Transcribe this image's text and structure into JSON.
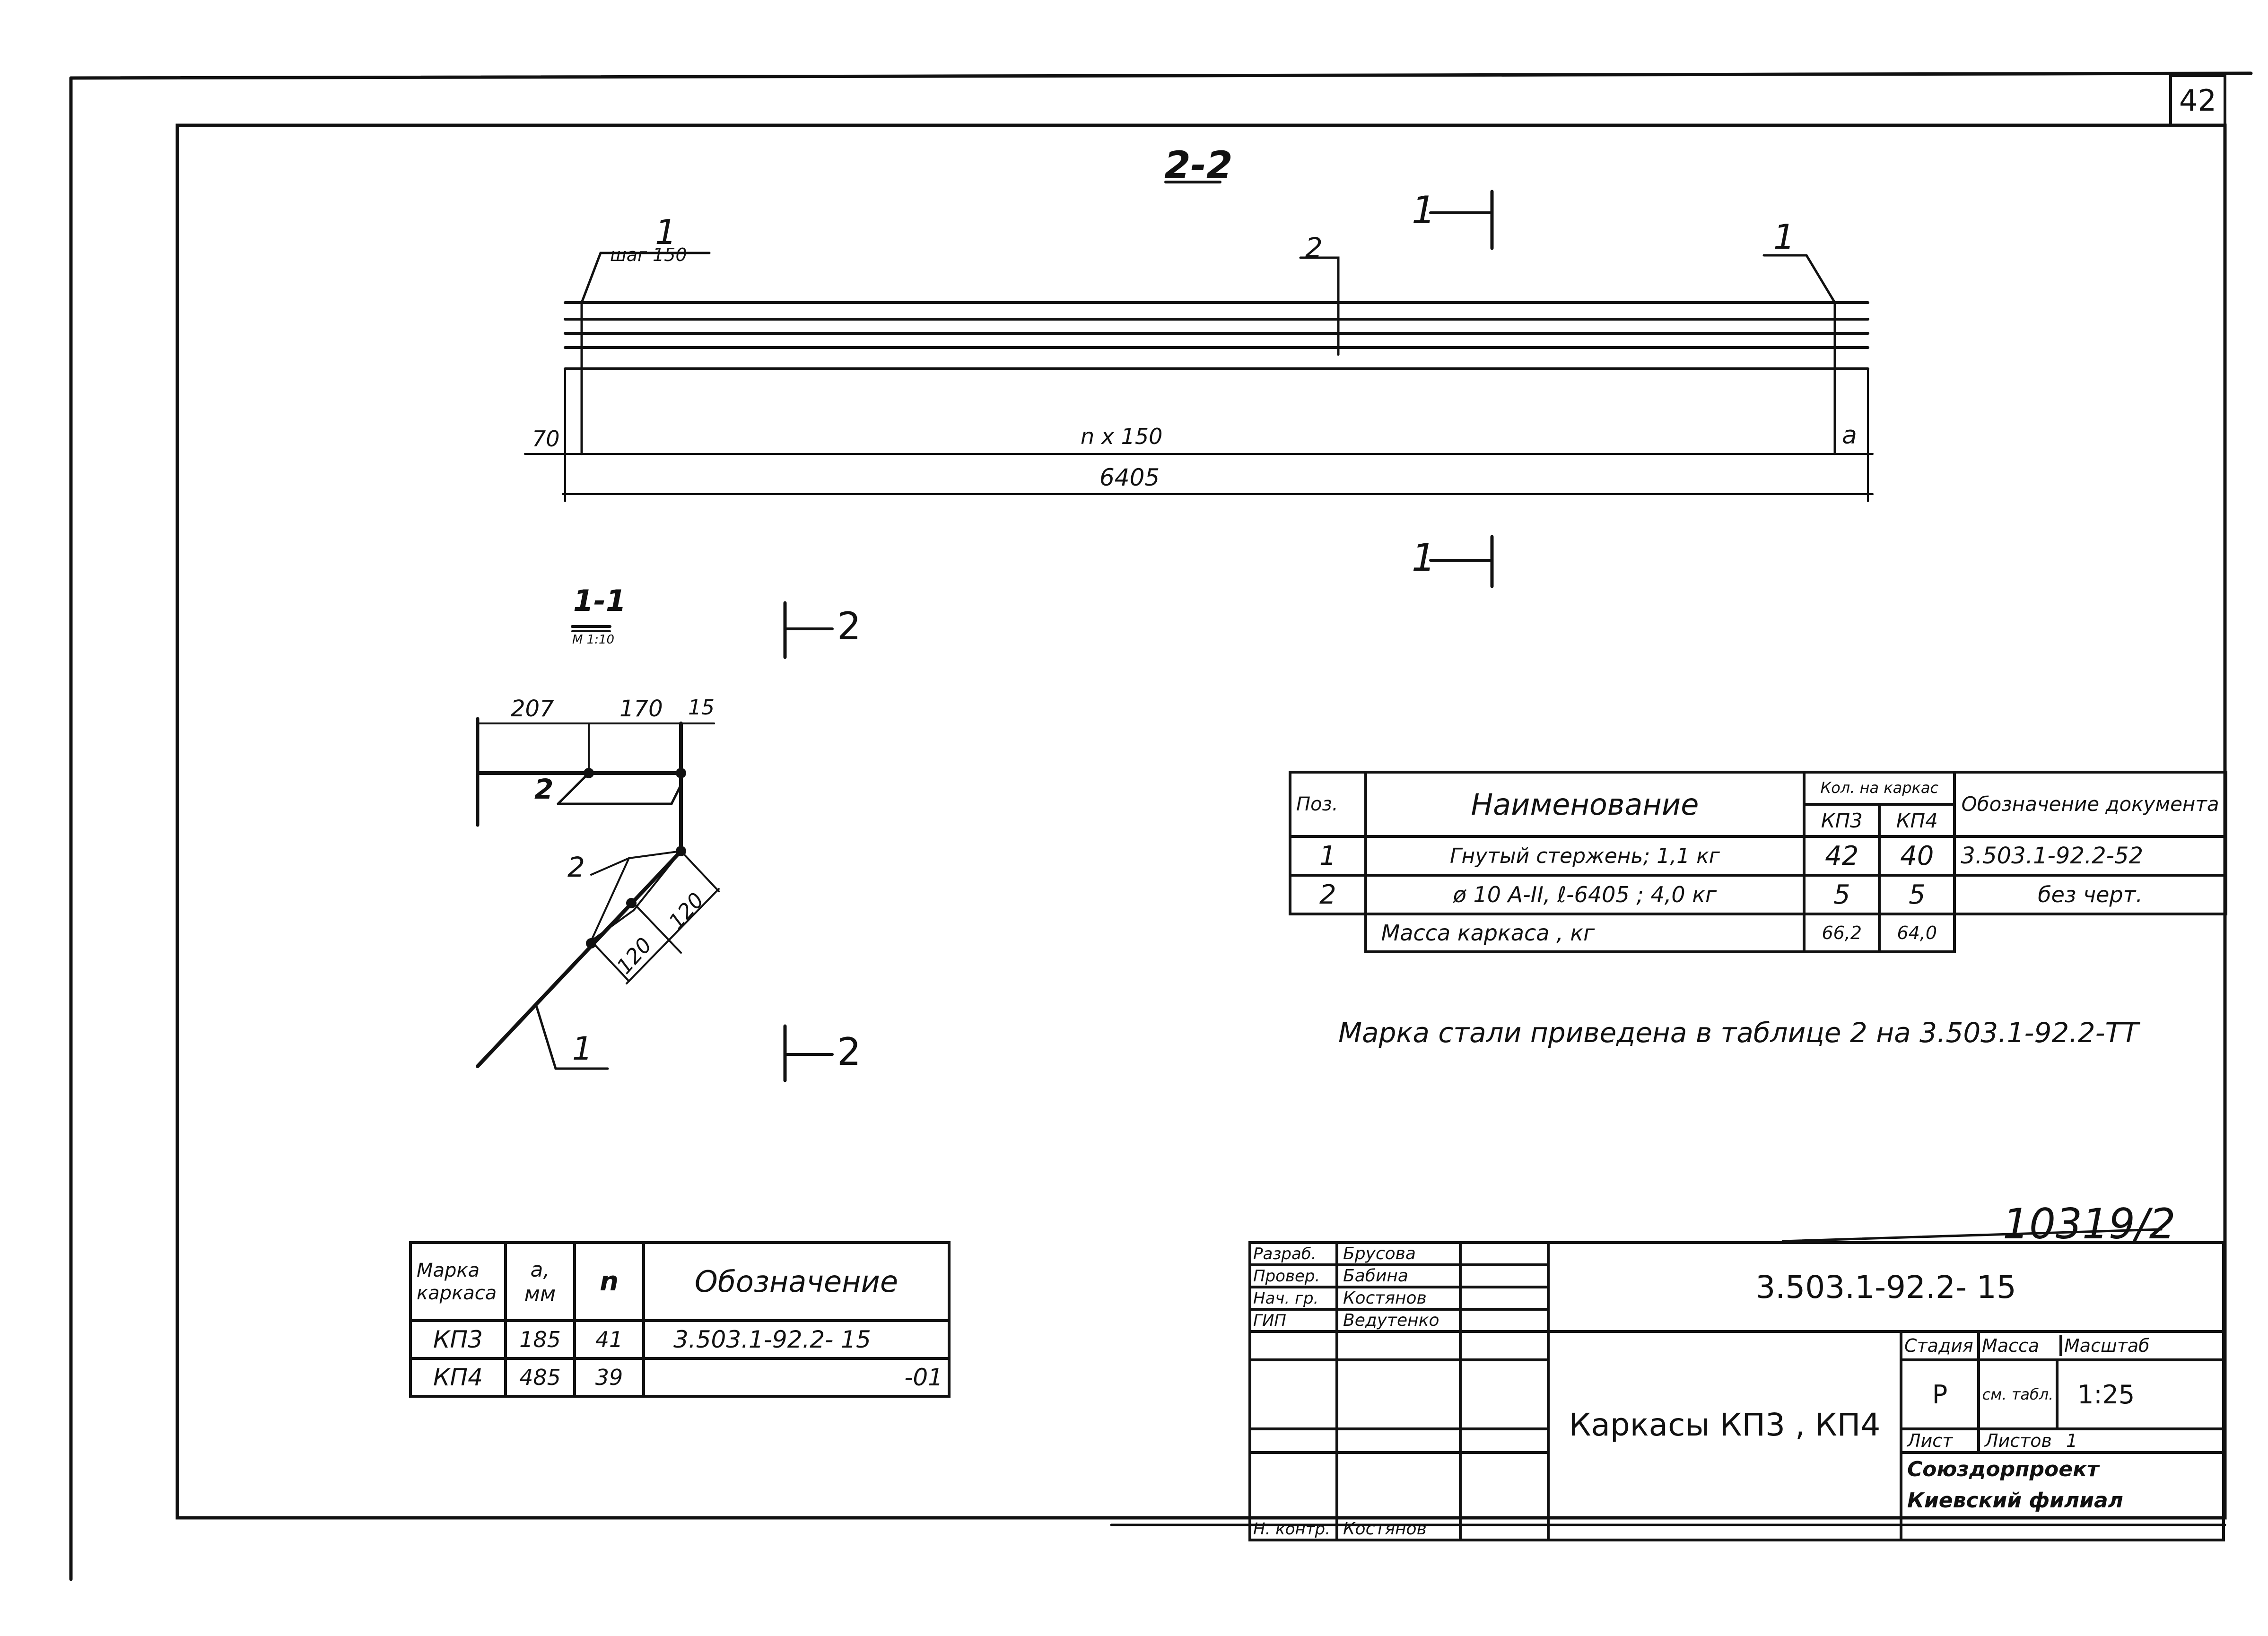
{
  "sheet_number": "42",
  "views": {
    "section_2_2": {
      "title": "2-2",
      "labels": {
        "pos1_left": "1",
        "pitch": "шаг 150",
        "pos2": "2",
        "pos1_right": "1"
      },
      "dims": {
        "left": "70",
        "mid": "n x 150",
        "right": "a",
        "total": "6405"
      },
      "cut_marker_top": "1",
      "cut_marker_bottom": "1"
    },
    "section_1_1": {
      "title": "1-1",
      "scale": "M 1:10",
      "dims": {
        "d1": "207",
        "d2": "170",
        "d3": "15",
        "d4": "120",
        "d5": "120"
      },
      "labels": {
        "pos2_a": "2",
        "pos2_b": "2",
        "pos1": "1"
      },
      "cut_marker_top": "2",
      "cut_marker_bottom": "2"
    }
  },
  "spec_table": {
    "headers": {
      "pos": "Поз.",
      "name": "Наименование",
      "qty": "Кол. на каркас",
      "kp3": "КП3",
      "kp4": "КП4",
      "doc": "Обозначение документа"
    },
    "rows": [
      {
        "pos": "1",
        "name": "Гнутый стержень; 1,1 кг",
        "kp3": "42",
        "kp4": "40",
        "doc": "3.503.1-92.2-52"
      },
      {
        "pos": "2",
        "name": "ø 10 A-II, ℓ-6405 ; 4,0 кг",
        "kp3": "5",
        "kp4": "5",
        "doc": "без черт."
      }
    ],
    "mass_row": {
      "label": "Масса каркаса , кг",
      "kp3": "66,2",
      "kp4": "64,0"
    }
  },
  "note": "Марка стали приведена в таблице 2 на 3.503.1-92.2-ТТ",
  "mark_table": {
    "headers": {
      "mark": "Марка каркаса",
      "a": "a, мм",
      "n": "n",
      "doc": "Обозначение"
    },
    "rows": [
      {
        "mark": "КП3",
        "a": "185",
        "n": "41",
        "doc": "3.503.1-92.2- 15"
      },
      {
        "mark": "КП4",
        "a": "485",
        "n": "39",
        "doc": "-01"
      }
    ]
  },
  "inventory_number": "10319/2",
  "title_block": {
    "people": [
      {
        "role": "Разраб.",
        "name": "Брусова"
      },
      {
        "role": "Провер.",
        "name": "Бабина"
      },
      {
        "role": "Нач. гр.",
        "name": "Костянов"
      },
      {
        "role": "ГИП",
        "name": "Ведутенко"
      }
    ],
    "norm_control": {
      "role": "Н. контр.",
      "name": "Костянов"
    },
    "document_code": "3.503.1-92.2- 15",
    "title": "Каркасы КП3 , КП4",
    "stage_label": "Стадия",
    "mass_label": "Масса",
    "scale_label": "Масштаб",
    "stage": "Р",
    "mass": "см. табл.",
    "scale": "1:25",
    "sheet_label": "Лист",
    "sheets_label": "Листов",
    "sheets": "1",
    "org_line1": "Союздорпроект",
    "org_line2": "Киевский филиал"
  }
}
